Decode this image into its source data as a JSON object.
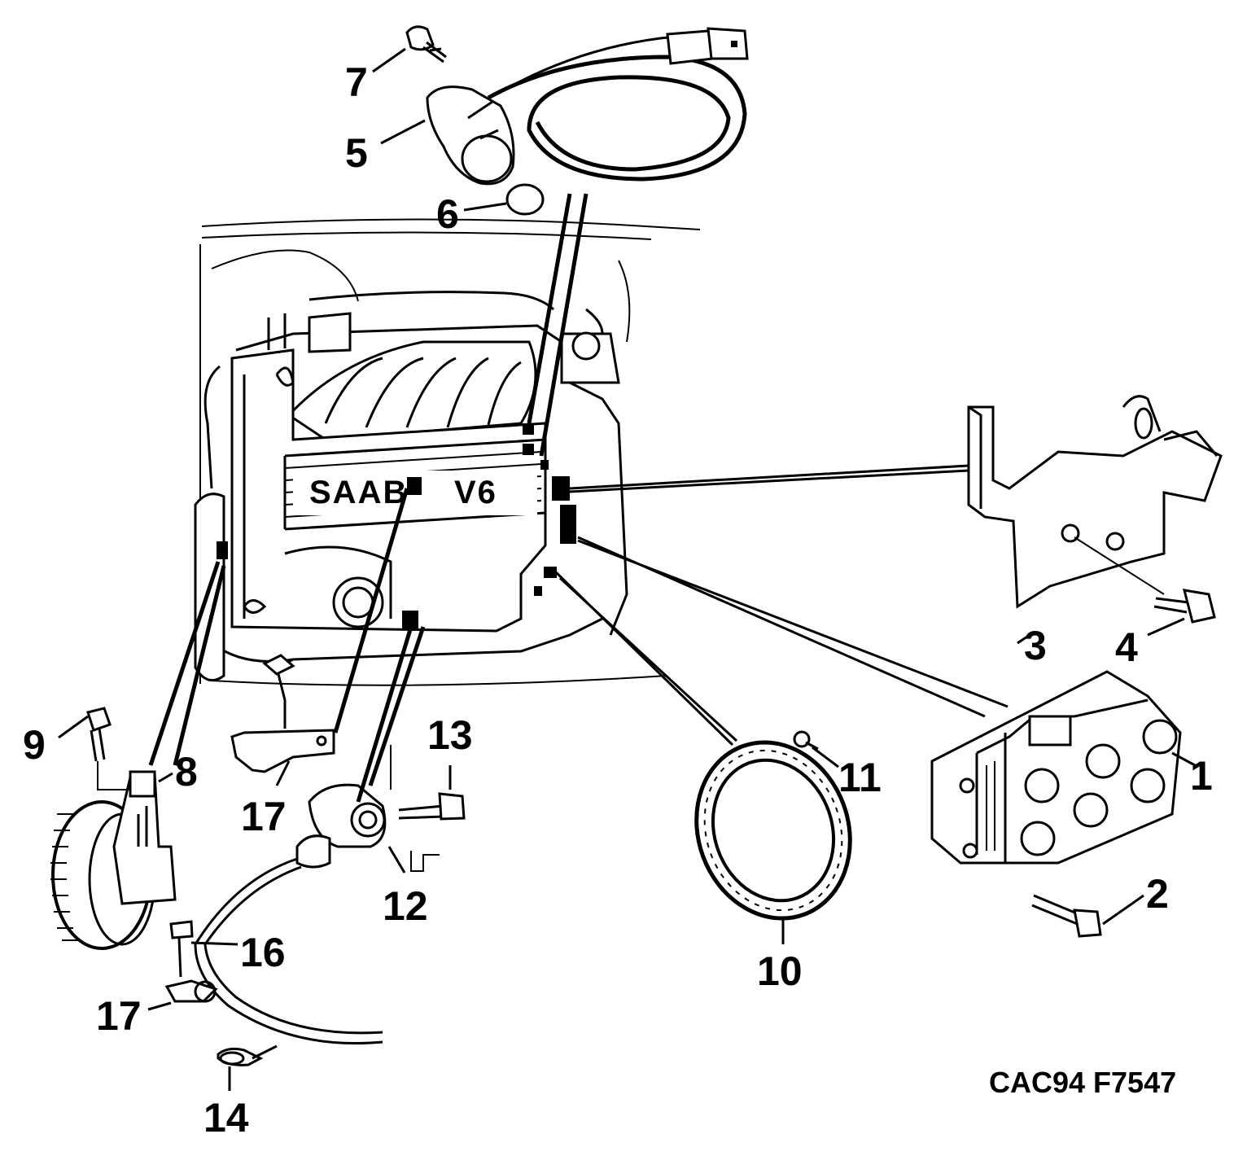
{
  "figure_ref": "CAC94 F7547",
  "engine_badge": {
    "brand": "SAAB",
    "model": "V6"
  },
  "callouts": [
    {
      "id": "c1",
      "label": "1"
    },
    {
      "id": "c2",
      "label": "2"
    },
    {
      "id": "c3",
      "label": "3"
    },
    {
      "id": "c4",
      "label": "4"
    },
    {
      "id": "c5",
      "label": "5"
    },
    {
      "id": "c6",
      "label": "6"
    },
    {
      "id": "c7",
      "label": "7"
    },
    {
      "id": "c8",
      "label": "8"
    },
    {
      "id": "c9",
      "label": "9"
    },
    {
      "id": "c10",
      "label": "10"
    },
    {
      "id": "c11",
      "label": "11"
    },
    {
      "id": "c12",
      "label": "12"
    },
    {
      "id": "c13",
      "label": "13"
    },
    {
      "id": "c14",
      "label": "14"
    },
    {
      "id": "c16",
      "label": "16"
    },
    {
      "id": "c17a",
      "label": "17"
    },
    {
      "id": "c17b",
      "label": "17"
    }
  ]
}
